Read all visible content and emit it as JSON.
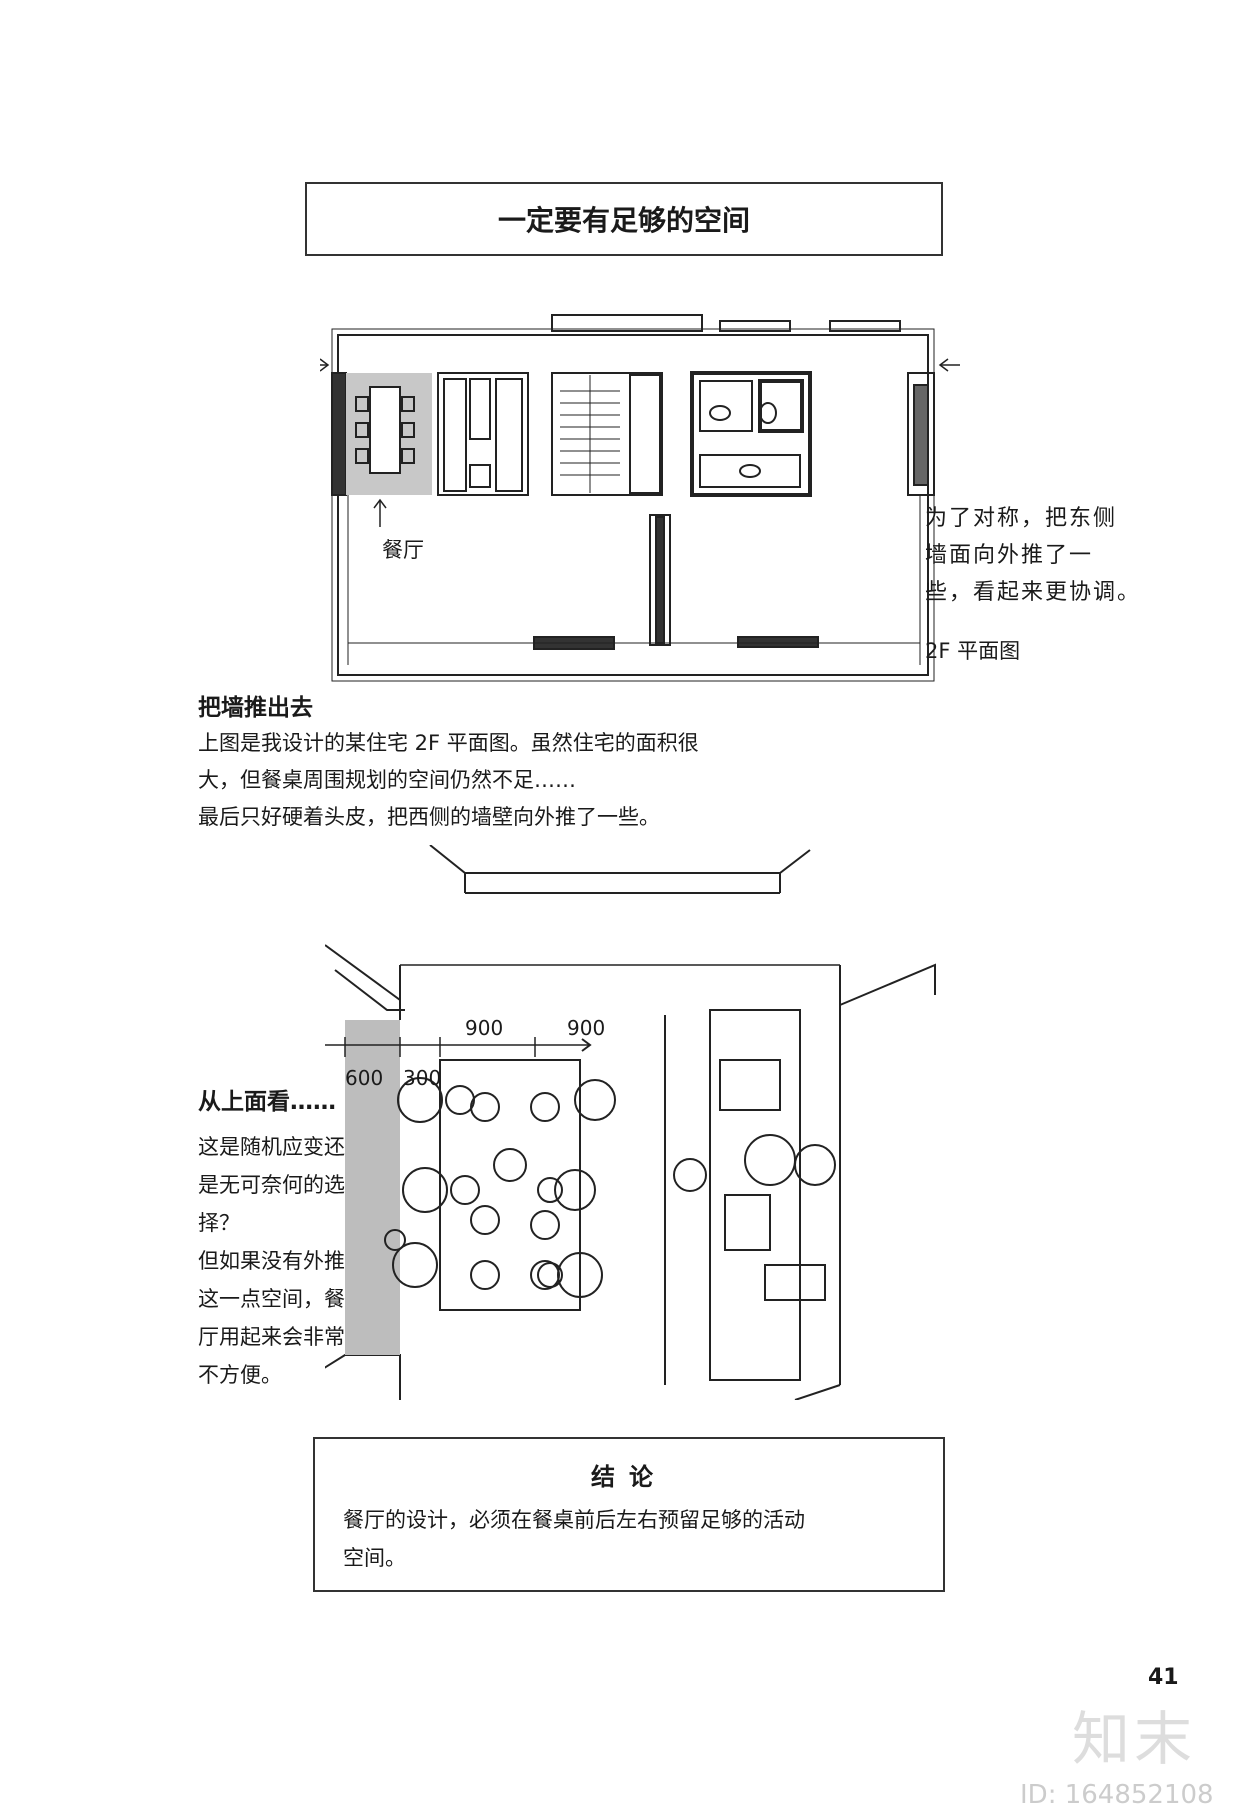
{
  "header": {
    "title": "一定要有足够的空间"
  },
  "floor_plan": {
    "dining_label": "餐厅",
    "east_note": [
      "为了对称，把东侧",
      "墙面向外推了一",
      "些，看起来更协调。"
    ],
    "caption": "2F 平面图"
  },
  "section1": {
    "heading": "把墙推出去",
    "lines": [
      "上图是我设计的某住宅 2F 平面图。虽然住宅的面积很",
      "大，但餐桌周围规划的空间仍然不足……",
      "最后只好硬着头皮，把西侧的墙壁向外推了一些。"
    ]
  },
  "perspective": {
    "dimensions": {
      "d1": "600",
      "d2": "300",
      "d3": "900",
      "d4": "900"
    }
  },
  "side_note": {
    "heading": "从上面看……",
    "lines": [
      "这是随机应变还",
      "是无可奈何的选",
      "择？",
      "但如果没有外推",
      "这一点空间，餐",
      "厅用起来会非常",
      "不方便。"
    ]
  },
  "conclusion": {
    "title": "结论",
    "lines": [
      "餐厅的设计，必须在餐桌前后左右预留足够的活动",
      "空间。"
    ]
  },
  "page_number": "41",
  "watermark": {
    "logo": "知末",
    "id": "ID: 164852108"
  }
}
